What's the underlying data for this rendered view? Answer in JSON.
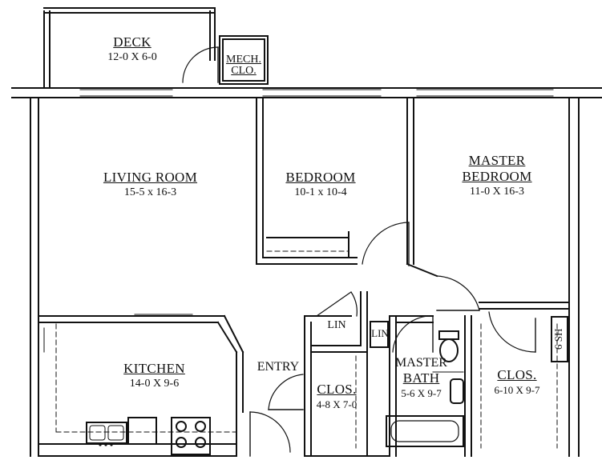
{
  "rooms": {
    "deck": {
      "name": "DECK",
      "dim": "12-0 X 6-0"
    },
    "mech": {
      "line1": "MECH.",
      "line2": "CLO."
    },
    "living": {
      "name": "LIVING ROOM",
      "dim": "15-5 x 16-3"
    },
    "bedroom": {
      "name": "BEDROOM",
      "dim": "10-1 x 10-4"
    },
    "master_bedroom": {
      "line1": "MASTER",
      "line2": "BEDROOM",
      "dim": "11-0 X 16-3"
    },
    "kitchen": {
      "name": "KITCHEN",
      "dim": "14-0 X 9-6"
    },
    "entry": {
      "name": "ENTRY"
    },
    "lin1": {
      "name": "LIN"
    },
    "lin2": {
      "name": "LIN"
    },
    "closet": {
      "name": "CLOS.",
      "dim": "4-8 X 7-0"
    },
    "master_bath": {
      "line1": "MASTER",
      "line2": "BATH",
      "dim": "5-6 X 9-7"
    },
    "master_closet": {
      "name": "CLOS.",
      "dim": "6-10 X 9-7"
    },
    "shelf": {
      "name": "6 SH"
    }
  }
}
